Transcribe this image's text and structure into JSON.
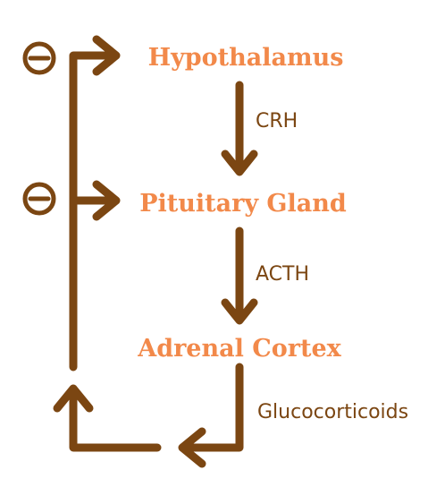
{
  "colors": {
    "arrow": "#7b4612",
    "node_text": "#f2894a",
    "label_text": "#7b4612"
  },
  "nodes": {
    "hypothalamus": "Hypothalamus",
    "pituitary": "Pituitary Gland",
    "adrenal": "Adrenal Cortex"
  },
  "labels": {
    "crh": "CRH",
    "acth": "ACTH",
    "glucocorticoids": "Glucocorticoids"
  },
  "feedback": {
    "sign_top": "⊖",
    "sign_middle": "⊖"
  }
}
